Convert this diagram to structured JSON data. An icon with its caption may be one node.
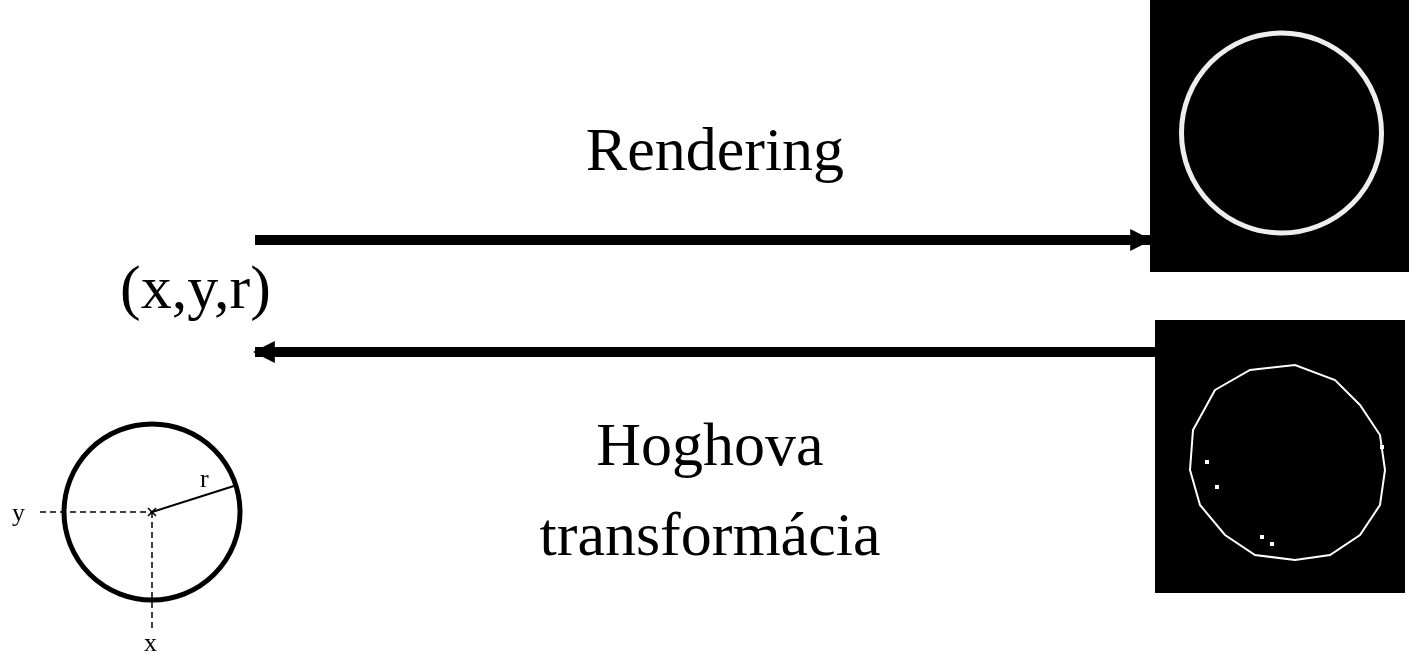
{
  "diagram": {
    "nodes": [
      {
        "text": [
          "(x,y,r)"
        ]
      },
      {
        "text": [],
        "shape": "picture"
      },
      {
        "text": [],
        "shape": "picture"
      }
    ],
    "edges": [
      {
        "from": 0,
        "to": 1,
        "arrow": "to",
        "label": "Rendering"
      },
      {
        "from": 2,
        "to": 0,
        "arrow": "to",
        "label": "Hoghova transformácia"
      }
    ],
    "labels": [
      "r",
      "y",
      "x"
    ]
  }
}
